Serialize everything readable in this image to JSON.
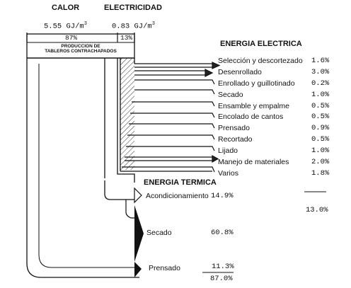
{
  "header": {
    "calor": {
      "label": "CALOR",
      "value": "5.55 GJ/m",
      "sup": "3"
    },
    "electricidad": {
      "label": "ELECTRICIDAD",
      "value": "0.83 GJ/m",
      "sup": "3"
    }
  },
  "box": {
    "pct_calor": "87%",
    "pct_elec": "13%",
    "title_line1": "PRODUCCION DE",
    "title_line2": "TABLEROS CONTRACHAPADOS"
  },
  "electric": {
    "title": "ENERGIA ELECTRICA",
    "total": "13.0%",
    "items": [
      {
        "label": "Selección y descortezado",
        "value": "1.6%"
      },
      {
        "label": "Desenrollado",
        "value": "3.0%"
      },
      {
        "label": "Enrollado y guillotinado",
        "value": "0.2%"
      },
      {
        "label": "Secado",
        "value": "1.0%"
      },
      {
        "label": "Ensamble y empalme",
        "value": "0.5%"
      },
      {
        "label": "Encolado de cantos",
        "value": "0.5%"
      },
      {
        "label": "Prensado",
        "value": "0.9%"
      },
      {
        "label": "Recortado",
        "value": "0.5%"
      },
      {
        "label": "Lijado",
        "value": "1.0%"
      },
      {
        "label": "Manejo de materiales",
        "value": "2.0%"
      },
      {
        "label": "Varios",
        "value": "1.8%"
      }
    ]
  },
  "thermal": {
    "title": "ENERGIA TERMICA",
    "total": "87.0%",
    "items": [
      {
        "label": "Acondicionamiento",
        "value": "14.9%"
      },
      {
        "label": "Secado",
        "value": "60.8%"
      },
      {
        "label": "Prensado",
        "value": "11.3%"
      }
    ]
  }
}
